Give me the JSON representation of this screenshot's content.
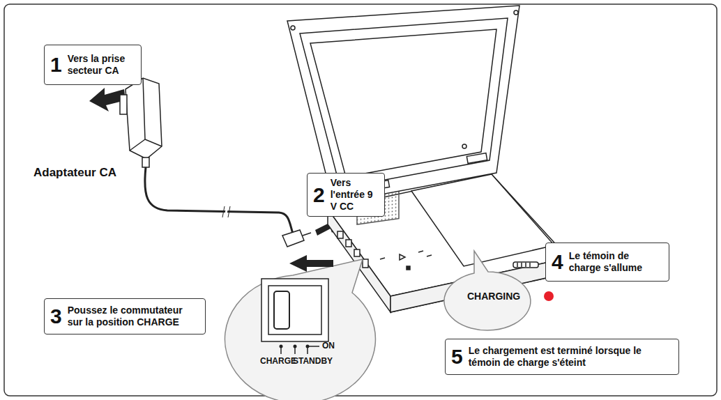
{
  "diagram": {
    "nodes": [
      {
        "text": [
          "1",
          "Vers la prise secteur CA"
        ]
      },
      {
        "text": [
          "2",
          "Vers l'entrée 9 V CC"
        ]
      },
      {
        "text": [
          "3",
          "Poussez le commutateur sur la position CHARGE"
        ]
      },
      {
        "text": [
          "4",
          "Le témoin de charge s'allume"
        ]
      },
      {
        "text": [
          "5",
          "Le chargement est terminé lorsque le témoin de charge s'éteint"
        ]
      }
    ],
    "labels": [
      "Adaptateur CA",
      "CHARGING",
      "CHARGE",
      "STANDBY",
      "ON"
    ]
  }
}
